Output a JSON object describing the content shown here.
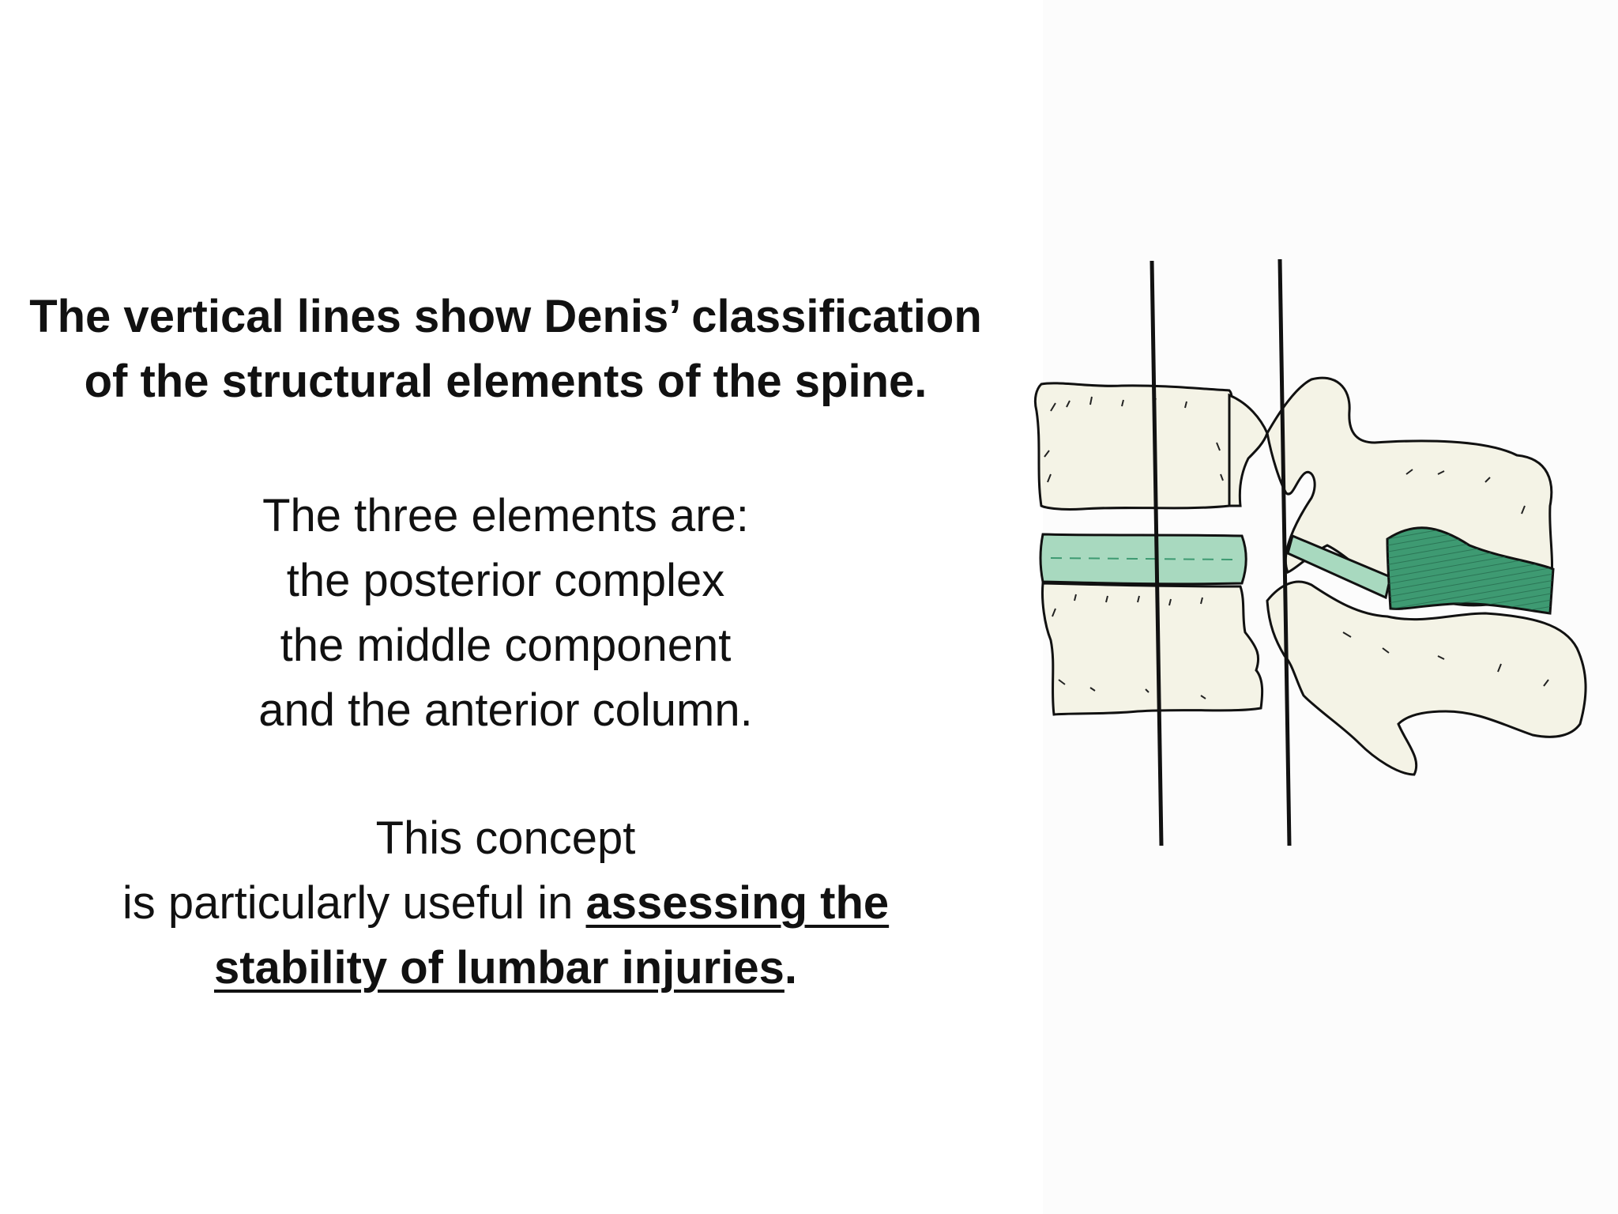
{
  "heading": {
    "line1": "The vertical lines show Denis’ classification",
    "line2": "of the structural elements of the spine."
  },
  "elements": {
    "intro": "The three elements are:",
    "item1": "the posterior complex",
    "item2": "the middle component",
    "item3": "and the anterior column."
  },
  "concept": {
    "line1": "This concept",
    "line2_prefix": "is particularly useful in ",
    "line2_emph": "assessing the",
    "line3_emph": "stability of lumbar injuries",
    "line3_suffix": "."
  },
  "colors": {
    "bone_fill": "#f4f3e6",
    "disc_light": "#a8d9bf",
    "disc_dark": "#3e9a72",
    "ink": "#111111"
  }
}
